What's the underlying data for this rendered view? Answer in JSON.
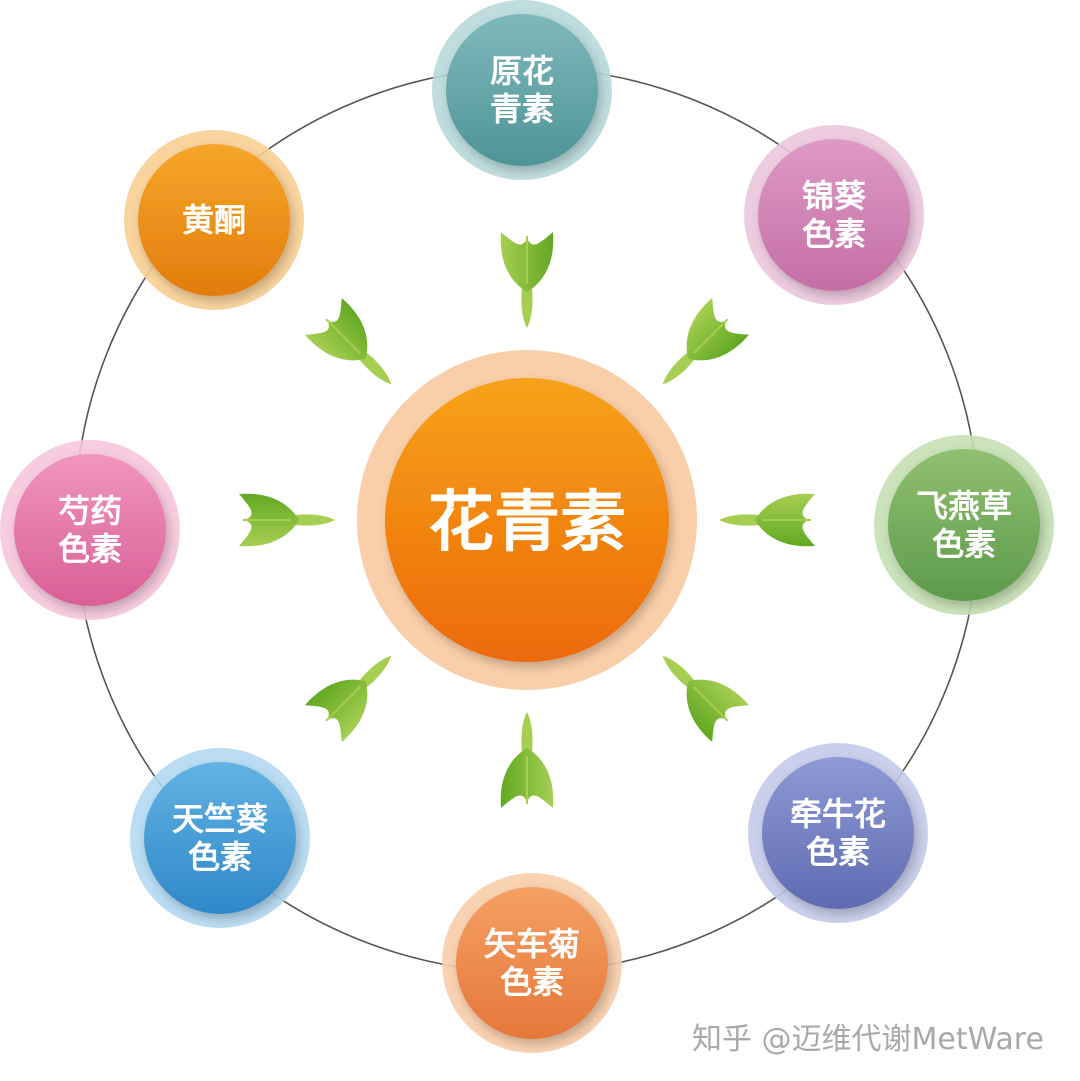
{
  "center": {
    "label": "花青素",
    "color_light": "#f7a21a",
    "color_dark": "#ec6a07",
    "ring_color": "#f8c79a"
  },
  "nodes": [
    {
      "id": "proanthocyanidin",
      "lines": [
        "原花",
        "青素"
      ],
      "color_light": "#7fb8bb",
      "color_dark": "#4e9497",
      "ring_color": "#b8d9da"
    },
    {
      "id": "aurantinidin",
      "lines": [
        "锦葵",
        "色素"
      ],
      "color_light": "#dd9ac5",
      "color_dark": "#c46ea6",
      "ring_color": "#ecc6dd"
    },
    {
      "id": "cyanidin",
      "lines": [
        "飞燕草",
        "色素"
      ],
      "color_light": "#8fc070",
      "color_dark": "#5e9a4c",
      "ring_color": "#c4e0b2"
    },
    {
      "id": "petunidin",
      "lines": [
        "牵牛花",
        "色素"
      ],
      "color_light": "#8e9ad4",
      "color_dark": "#5e6bb2",
      "ring_color": "#c4cbea"
    },
    {
      "id": "pelargonidin-cornflower",
      "lines": [
        "矢车菊",
        "色素"
      ],
      "color_light": "#f5a064",
      "color_dark": "#e5773a",
      "ring_color": "#f8cda9"
    },
    {
      "id": "pelargonidin",
      "lines": [
        "天竺葵",
        "色素"
      ],
      "color_light": "#62b2e4",
      "color_dark": "#2f88c8",
      "ring_color": "#b2d9f2"
    },
    {
      "id": "peonidin",
      "lines": [
        "芍药",
        "色素"
      ],
      "color_light": "#f095bf",
      "color_dark": "#d95f96",
      "ring_color": "#f7c6dc"
    },
    {
      "id": "flavonoid",
      "lines": [
        "黄酮"
      ],
      "color_light": "#f6a62a",
      "color_dark": "#e27c0c",
      "ring_color": "#f8cf94"
    }
  ],
  "arrow_color_dark": "#62a822",
  "arrow_color_light": "#a6cf52",
  "ring_line_color": "#555555",
  "watermark": "知乎 @迈维代谢MetWare"
}
